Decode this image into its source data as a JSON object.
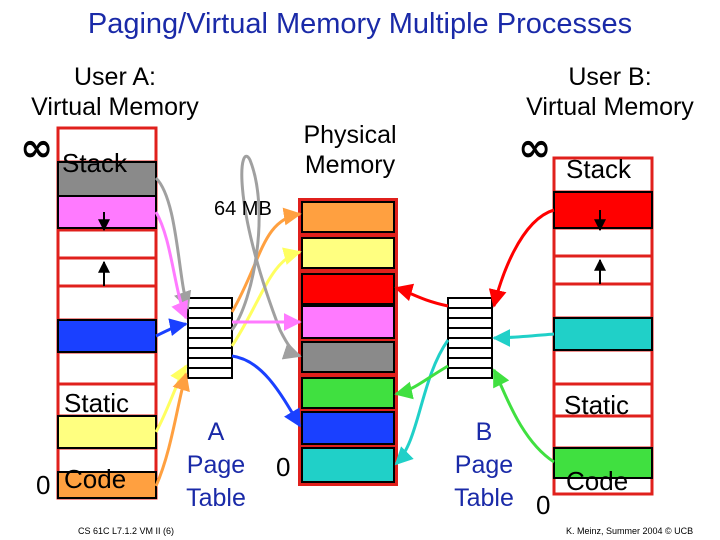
{
  "title": "Paging/Virtual Memory Multiple Processes",
  "userA": {
    "line1": "User A:",
    "line2": "Virtual Memory",
    "infinity": "∞",
    "stack": "Stack",
    "static": "Static",
    "code": "Code",
    "zero": "0"
  },
  "userB": {
    "line1": "User B:",
    "line2": "Virtual Memory",
    "infinity": "∞",
    "stack": "Stack",
    "static": "Static",
    "code": "Code",
    "zero": "0"
  },
  "physical": {
    "line1": "Physical",
    "line2": "Memory",
    "size": "64 MB",
    "zero": "0"
  },
  "pageTableA": {
    "line1": "A",
    "line2": "Page",
    "line3": "Table"
  },
  "pageTableB": {
    "line1": "B",
    "line2": "Page",
    "line3": "Table"
  },
  "footer": {
    "left": "CS 61C L7.1.2 VM II (6)",
    "right": "K. Meinz, Summer 2004 © UCB"
  },
  "colors": {
    "title": "#1a2aa8",
    "frame": "#e0201c",
    "gray": "#8a8a8a",
    "magenta": "#ff7aff",
    "yellow": "#ffff80",
    "orange": "#ffa040",
    "red": "#ff0000",
    "blue": "#1a40ff",
    "teal": "#20d0c8",
    "green": "#40e040"
  }
}
